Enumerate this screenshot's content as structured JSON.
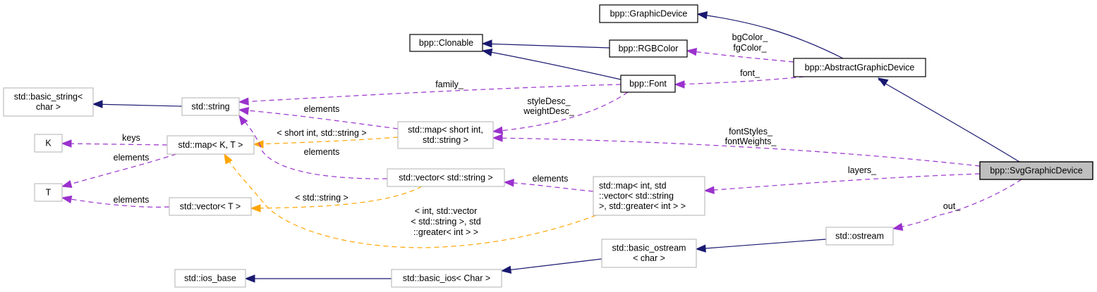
{
  "diagram": {
    "title": "Collaboration diagram for bpp::SvgGraphicDevice",
    "colors": {
      "inheritance_edge": "#191970",
      "usage_edge": "#9a32cd",
      "template_edge": "#ffa500",
      "focus_fill": "#bfbfbf",
      "external_border": "#bfbfbf",
      "local_border": "#000000"
    },
    "nodes": [
      {
        "id": "graphicdevice",
        "lines": [
          "bpp::GraphicDevice"
        ],
        "kind": "local"
      },
      {
        "id": "clonable",
        "lines": [
          "bpp::Clonable"
        ],
        "kind": "local"
      },
      {
        "id": "rgbcolor",
        "lines": [
          "bpp::RGBColor"
        ],
        "kind": "local"
      },
      {
        "id": "abstractgraphicdevice",
        "lines": [
          "bpp::AbstractGraphicDevice"
        ],
        "kind": "local"
      },
      {
        "id": "font",
        "lines": [
          "bpp::Font"
        ],
        "kind": "local"
      },
      {
        "id": "basic_string",
        "lines": [
          "std::basic_string<",
          "char >"
        ],
        "kind": "external"
      },
      {
        "id": "string",
        "lines": [
          "std::string"
        ],
        "kind": "external"
      },
      {
        "id": "K",
        "lines": [
          "K"
        ],
        "kind": "external"
      },
      {
        "id": "mapKT",
        "lines": [
          "std::map< K, T >"
        ],
        "kind": "external"
      },
      {
        "id": "map_short",
        "lines": [
          "std::map< short int,",
          "std::string >"
        ],
        "kind": "external"
      },
      {
        "id": "T",
        "lines": [
          "T"
        ],
        "kind": "external"
      },
      {
        "id": "vectorT",
        "lines": [
          "std::vector< T >"
        ],
        "kind": "external"
      },
      {
        "id": "vector_string",
        "lines": [
          "std::vector< std::string >"
        ],
        "kind": "external"
      },
      {
        "id": "map_int",
        "lines": [
          "std::map< int, std",
          "::vector< std::string",
          " >, std::greater< int > >"
        ],
        "kind": "external"
      },
      {
        "id": "svggraphicdevice",
        "lines": [
          "bpp::SvgGraphicDevice"
        ],
        "kind": "focus"
      },
      {
        "id": "ostream",
        "lines": [
          "std::ostream"
        ],
        "kind": "external"
      },
      {
        "id": "basic_ostream",
        "lines": [
          "std::basic_ostream",
          "< char >"
        ],
        "kind": "external"
      },
      {
        "id": "ios_base",
        "lines": [
          "std::ios_base"
        ],
        "kind": "external"
      },
      {
        "id": "basic_ios",
        "lines": [
          "std::basic_ios< Char >"
        ],
        "kind": "external"
      }
    ],
    "edges": [
      {
        "id": "e1",
        "from": "abstractgraphicdevice",
        "to": "graphicdevice",
        "type": "inherit",
        "label": []
      },
      {
        "id": "e2",
        "from": "rgbcolor",
        "to": "clonable",
        "type": "inherit",
        "label": []
      },
      {
        "id": "e3",
        "from": "font",
        "to": "clonable",
        "type": "inherit",
        "label": []
      },
      {
        "id": "e4",
        "from": "abstractgraphicdevice",
        "to": "rgbcolor",
        "type": "use",
        "label": [
          "bgColor_",
          "fgColor_"
        ]
      },
      {
        "id": "e5",
        "from": "abstractgraphicdevice",
        "to": "font",
        "type": "use",
        "label": [
          "font_"
        ]
      },
      {
        "id": "e6",
        "from": "svggraphicdevice",
        "to": "abstractgraphicdevice",
        "type": "inherit",
        "label": []
      },
      {
        "id": "e7",
        "from": "string",
        "to": "basic_string",
        "type": "inherit",
        "label": []
      },
      {
        "id": "e8",
        "from": "font",
        "to": "string",
        "type": "use",
        "label": [
          "family_"
        ]
      },
      {
        "id": "e9",
        "from": "map_short",
        "to": "string",
        "type": "use",
        "label": [
          "elements"
        ]
      },
      {
        "id": "e10",
        "from": "font",
        "to": "map_short",
        "type": "use",
        "label": [
          "styleDesc_",
          "weightDesc_"
        ]
      },
      {
        "id": "e11",
        "from": "svggraphicdevice",
        "to": "map_short",
        "type": "use",
        "label": [
          "fontStyles_",
          "fontWeights_"
        ]
      },
      {
        "id": "e12",
        "from": "mapKT",
        "to": "K",
        "type": "use",
        "label": [
          "keys"
        ]
      },
      {
        "id": "e13",
        "from": "mapKT",
        "to": "T",
        "type": "use",
        "label": [
          "elements"
        ]
      },
      {
        "id": "e14",
        "from": "map_short",
        "to": "mapKT",
        "type": "template",
        "label": [
          "< short int, std::string >"
        ]
      },
      {
        "id": "e15",
        "from": "vector_string",
        "to": "string",
        "type": "use",
        "label": [
          "elements"
        ]
      },
      {
        "id": "e16",
        "from": "vectorT",
        "to": "T",
        "type": "use",
        "label": [
          "elements"
        ]
      },
      {
        "id": "e17",
        "from": "vector_string",
        "to": "vectorT",
        "type": "template",
        "label": [
          "< std::string >"
        ]
      },
      {
        "id": "e18",
        "from": "map_int",
        "to": "vector_string",
        "type": "use",
        "label": [
          "elements"
        ]
      },
      {
        "id": "e19",
        "from": "map_int",
        "to": "mapKT",
        "type": "template",
        "label": [
          "< int, std::vector",
          "< std::string >, std",
          "::greater< int > >"
        ]
      },
      {
        "id": "e20",
        "from": "svggraphicdevice",
        "to": "map_int",
        "type": "use",
        "label": [
          "layers_"
        ]
      },
      {
        "id": "e21",
        "from": "svggraphicdevice",
        "to": "ostream",
        "type": "use",
        "label": [
          "out_"
        ]
      },
      {
        "id": "e22",
        "from": "ostream",
        "to": "basic_ostream",
        "type": "inherit",
        "label": []
      },
      {
        "id": "e23",
        "from": "basic_ostream",
        "to": "basic_ios",
        "type": "inherit",
        "label": []
      },
      {
        "id": "e24",
        "from": "basic_ios",
        "to": "ios_base",
        "type": "inherit",
        "label": []
      }
    ]
  }
}
